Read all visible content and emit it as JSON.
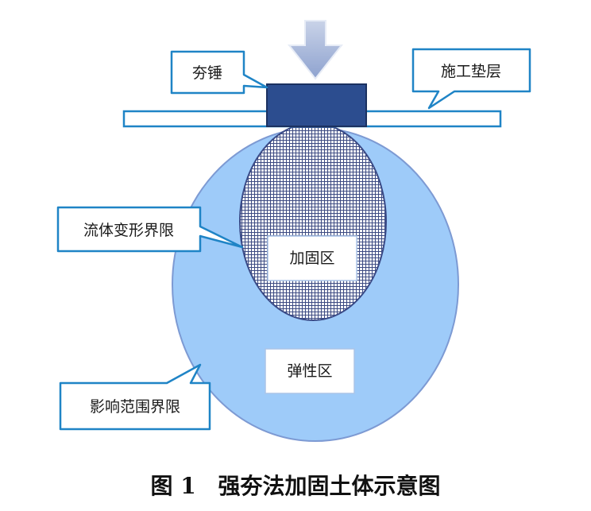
{
  "labels": {
    "hammer": "夯锤",
    "cushion_layer": "施工垫层",
    "flow_boundary": "流体变形界限",
    "reinforced_zone": "加固区",
    "elastic_zone": "弹性区",
    "influence_boundary": "影响范围界限"
  },
  "caption": {
    "figure_number": "图 1",
    "title": "强夯法加固土体示意图"
  },
  "colors": {
    "influence_zone_fill": "#9ecbf9",
    "influence_zone_stroke": "#7d9ad3",
    "hammer_fill": "#2c4d8f",
    "arrow_fill": "#a9b8d8",
    "callout_stroke": "#1f84c6",
    "mesh_line": "#3c4a82"
  }
}
